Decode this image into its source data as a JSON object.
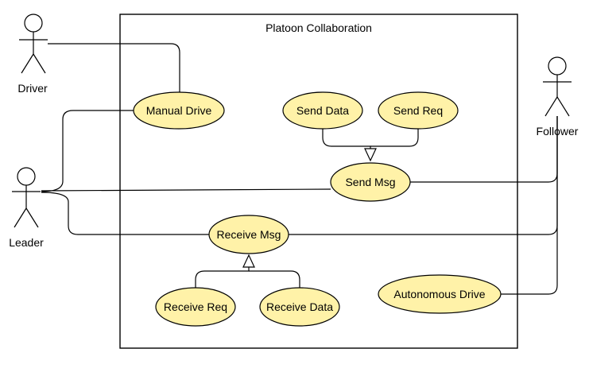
{
  "system": {
    "title": "Platoon Collaboration"
  },
  "actors": {
    "driver": "Driver",
    "leader": "Leader",
    "follower": "Follower"
  },
  "usecases": {
    "manual_drive": "Manual Drive",
    "send_data": "Send Data",
    "send_req": "Send Req",
    "send_msg": "Send Msg",
    "receive_msg": "Receive Msg",
    "receive_req": "Receive Req",
    "receive_data": "Receive Data",
    "autonomous_drive": "Autonomous Drive"
  },
  "colors": {
    "usecase_fill": "#fff2a8",
    "stroke": "#000000",
    "background": "#ffffff"
  }
}
